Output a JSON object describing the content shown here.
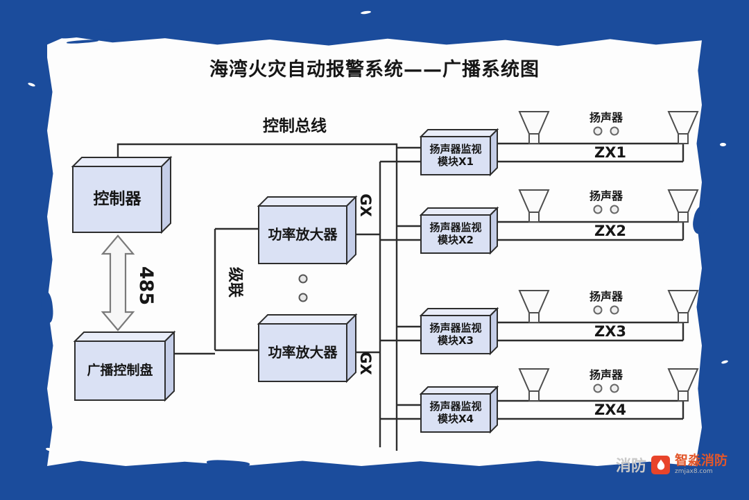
{
  "title": "海湾火灾自动报警系统——广播系统图",
  "labels": {
    "control_bus": "控制总线",
    "bus_485": "485",
    "cascade": "级联",
    "gx": "GX"
  },
  "nodes": {
    "controller": "控制器",
    "broadcast_panel": "广播控制盘",
    "amp1": "功率放大器",
    "amp2": "功率放大器"
  },
  "modules": [
    {
      "line1": "扬声器监视",
      "line2": "模块X1",
      "zone": "ZX1",
      "speaker_label": "扬声器"
    },
    {
      "line1": "扬声器监视",
      "line2": "模块X2",
      "zone": "ZX2",
      "speaker_label": "扬声器"
    },
    {
      "line1": "扬声器监视",
      "line2": "模块X3",
      "zone": "ZX3",
      "speaker_label": "扬声器"
    },
    {
      "line1": "扬声器监视",
      "line2": "模块X4",
      "zone": "ZX4",
      "speaker_label": "扬声器"
    }
  ],
  "watermark": {
    "prefix": "消防",
    "brand": "智淼消防",
    "sub": "zmjax8.com"
  },
  "colors": {
    "frame_blue": "#1b4c9c",
    "box_fill": "#dae1f4",
    "wire": "#2d2d2d",
    "brand_red": "#e8442a"
  }
}
